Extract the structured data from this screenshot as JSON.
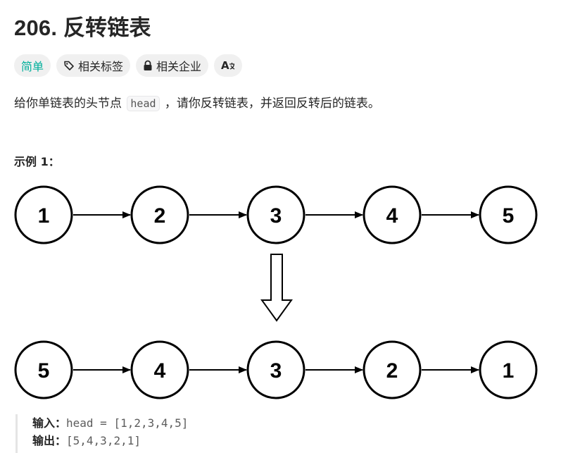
{
  "problem": {
    "title": "206. 反转链表"
  },
  "tags": {
    "difficulty": "简单",
    "related_tags": "相关标签",
    "related_companies": "相关企业",
    "lang": "A"
  },
  "description": {
    "before": "给你单链表的头节点 ",
    "code": "head",
    "after": " ，请你反转链表，并返回反转后的链表。"
  },
  "example": {
    "title": "示例 1：",
    "input_label": "输入：",
    "input_value": "head = [1,2,3,4,5]",
    "output_label": "输出：",
    "output_value": "[5,4,3,2,1]"
  },
  "diagram": {
    "top_list": [
      "1",
      "2",
      "3",
      "4",
      "5"
    ],
    "bottom_list": [
      "5",
      "4",
      "3",
      "2",
      "1"
    ]
  }
}
